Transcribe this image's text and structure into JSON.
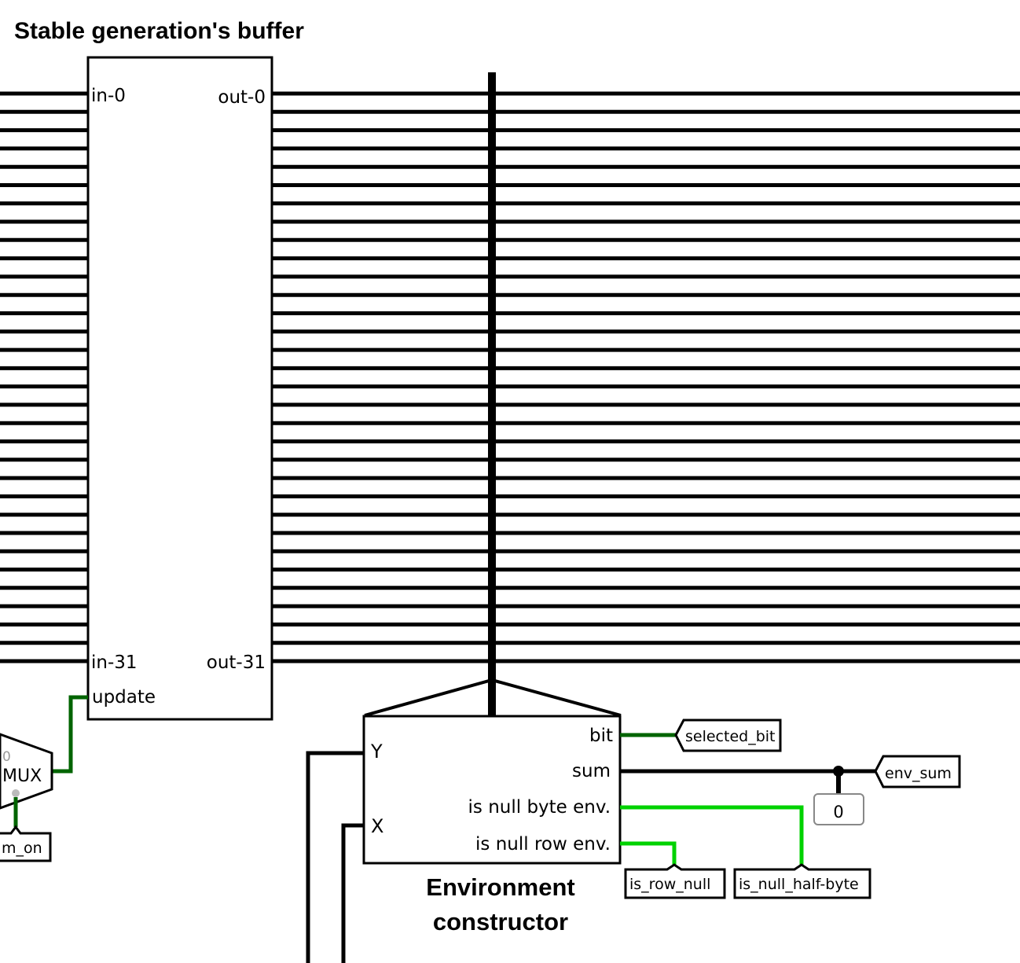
{
  "titles": {
    "buffer_title": "Stable generation's buffer",
    "env_title_line1": "Environment",
    "env_title_line2": "constructor"
  },
  "buffer": {
    "in_first": "in-0",
    "out_first": "out-0",
    "in_last": "in-31",
    "out_last": "out-31",
    "update": "update",
    "bus_width": 32
  },
  "mux": {
    "label": "MUX",
    "select_zero": "0",
    "enable_tunnel": "m_on"
  },
  "env": {
    "in_y": "Y",
    "in_x": "X",
    "out_bit": "bit",
    "out_sum": "sum",
    "out_null_byte": "is null byte env.",
    "out_null_row": "is null row env."
  },
  "tunnels": {
    "selected_bit": "selected_bit",
    "env_sum": "env_sum",
    "is_row_null": "is_row_null",
    "is_null_half_byte": "is_null_half-byte"
  },
  "probe": {
    "value": "0"
  },
  "colors": {
    "wire": "#000000",
    "wire_high": "#00d200",
    "wire_low": "#006400",
    "background": "#ffffff"
  }
}
